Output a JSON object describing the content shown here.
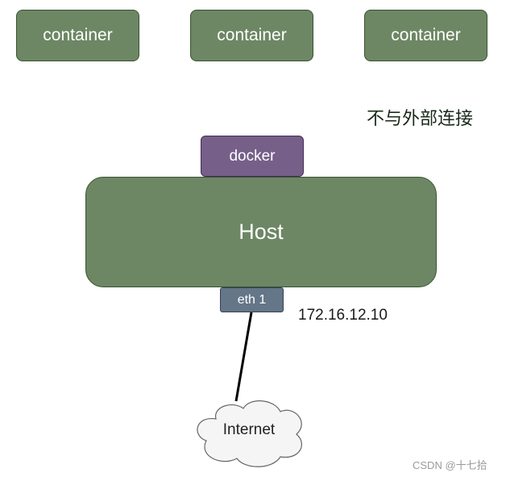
{
  "containers": [
    {
      "label": "container"
    },
    {
      "label": "container"
    },
    {
      "label": "container"
    }
  ],
  "note": "不与外部连接",
  "docker": {
    "label": "docker"
  },
  "host": {
    "label": "Host"
  },
  "eth": {
    "label": "eth 1"
  },
  "ip_address": "172.16.12.10",
  "internet": {
    "label": "Internet"
  },
  "watermark": "CSDN @十七拾",
  "colors": {
    "container_fill": "#6d8764",
    "host_fill": "#6d8764",
    "docker_fill": "#76608a",
    "eth_fill": "#647687",
    "cloud_fill": "#f5f5f5"
  }
}
